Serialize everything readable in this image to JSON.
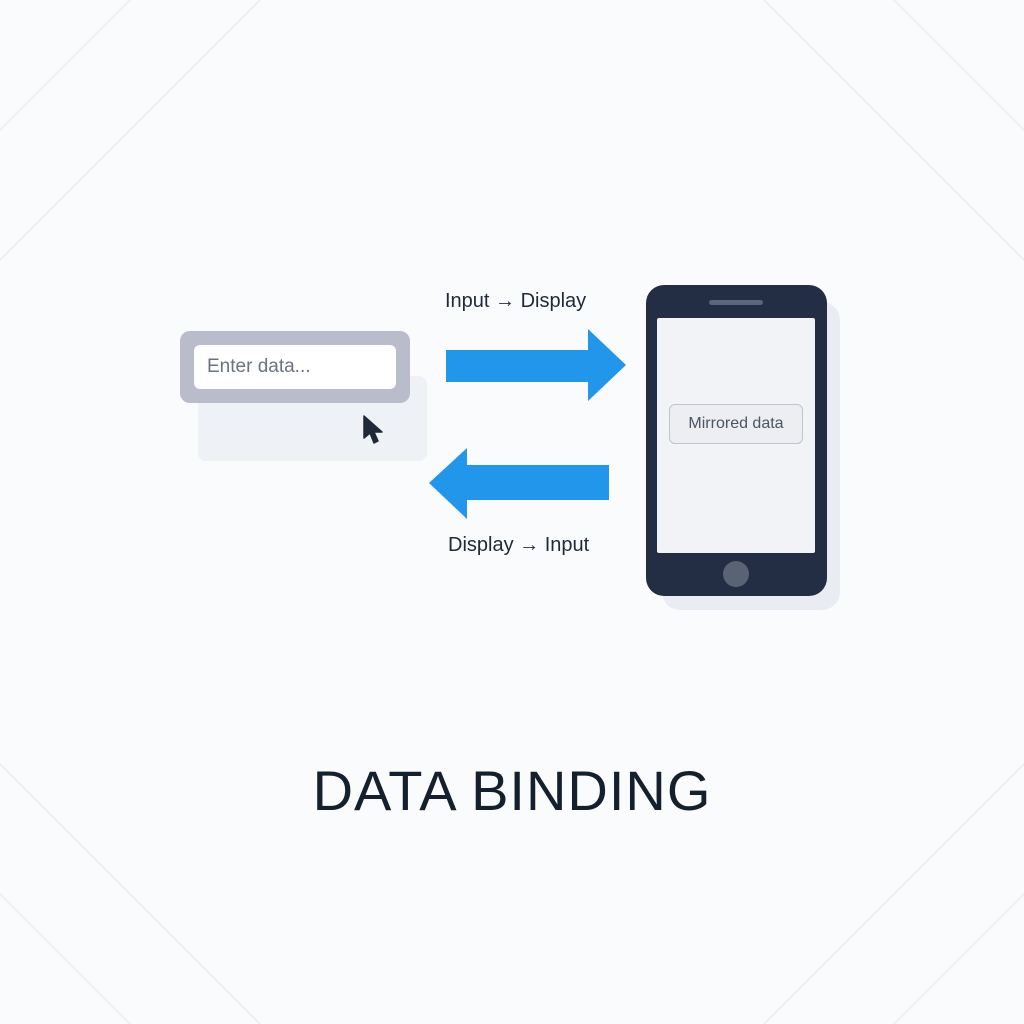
{
  "input": {
    "placeholder": "Enter data..."
  },
  "arrows": {
    "forward_label": "Input → Display",
    "backward_label": "Display → Input"
  },
  "device": {
    "mirrored_text": "Mirrored data"
  },
  "title": "DATA BINDING",
  "colors": {
    "arrow": "#2196ea",
    "phone_body": "#232d43",
    "title_text": "#15202e"
  },
  "icons": {
    "pointer": "cursor-arrow-icon"
  }
}
